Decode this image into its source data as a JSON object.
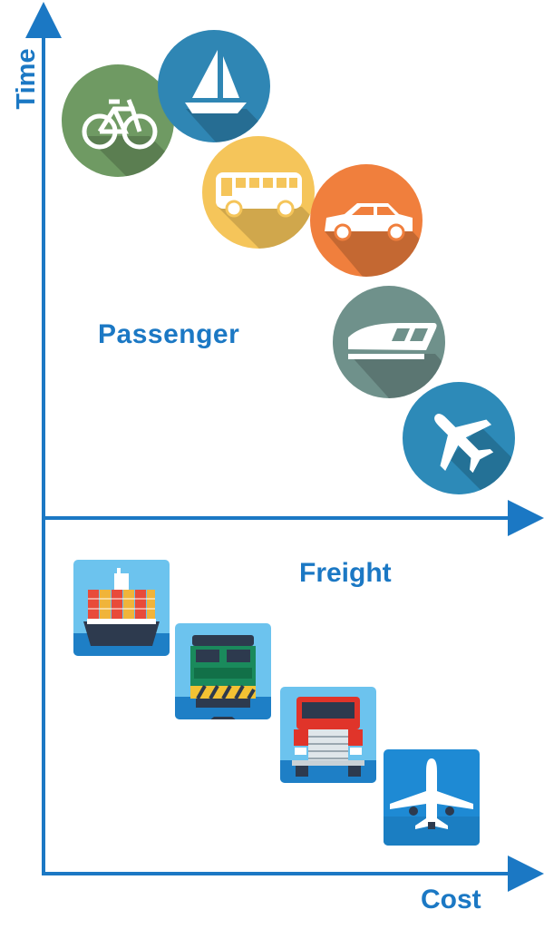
{
  "axes": {
    "y_label": "Time",
    "x_label": "Cost"
  },
  "sections": {
    "passenger_label": "Passenger",
    "freight_label": "Freight"
  },
  "passenger_icons": [
    {
      "name": "bicycle-icon",
      "color": "#6f9a63"
    },
    {
      "name": "sailboat-icon",
      "color": "#2f86b4"
    },
    {
      "name": "bus-icon",
      "color": "#f5c55a"
    },
    {
      "name": "car-icon",
      "color": "#f07f3d"
    },
    {
      "name": "train-icon",
      "color": "#6f918b"
    },
    {
      "name": "airplane-icon",
      "color": "#2d8ab8"
    }
  ],
  "freight_icons": [
    {
      "name": "container-ship-icon"
    },
    {
      "name": "locomotive-icon"
    },
    {
      "name": "truck-icon"
    },
    {
      "name": "cargo-plane-icon"
    }
  ],
  "colors": {
    "axis": "#1b78c4",
    "label": "#1b78c4",
    "tile_sky": "#6cc3ee",
    "tile_sea": "#1e7fc6"
  }
}
